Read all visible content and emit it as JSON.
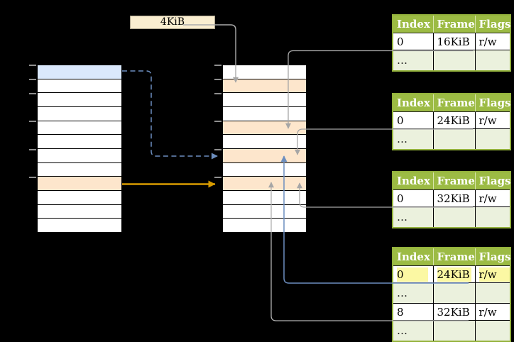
{
  "colors": {
    "tbl-header": "#9cbb44",
    "tbl-border": "#94b23c",
    "tbl-alt": "#ebf1dd",
    "row-orange": "#fde6cc",
    "row-blue": "#dae8fc",
    "label-cream": "#faeed0",
    "hl-yellow": "#fbf8a3",
    "arrow-gray": "#a6a6a6",
    "arrow-blue": "#6c8ebf",
    "arrow-gold": "#d79b00"
  },
  "label_box": {
    "text": "4KiB"
  },
  "memory_columns": {
    "virtual": {
      "row_count": 12,
      "blue_rows": [
        0
      ],
      "orange_rows": [
        8
      ],
      "tick_rows": [
        0,
        1,
        2,
        4,
        6,
        8
      ]
    },
    "physical": {
      "row_count": 12,
      "blue_rows": [],
      "orange_rows": [
        1,
        4,
        6,
        8
      ],
      "tick_rows": [
        0,
        1,
        2,
        4,
        6,
        8
      ]
    }
  },
  "page_tables": [
    {
      "name": "page-table-1",
      "headers": [
        "Index",
        "Frame",
        "Flags"
      ],
      "rows": [
        {
          "cells": [
            "0",
            "16KiB",
            "r/w"
          ],
          "style": "value",
          "highlight": false
        },
        {
          "cells": [
            "…",
            "",
            ""
          ],
          "style": "dots",
          "highlight": false
        }
      ]
    },
    {
      "name": "page-table-2",
      "headers": [
        "Index",
        "Frame",
        "Flags"
      ],
      "rows": [
        {
          "cells": [
            "0",
            "24KiB",
            "r/w"
          ],
          "style": "value",
          "highlight": false
        },
        {
          "cells": [
            "…",
            "",
            ""
          ],
          "style": "dots",
          "highlight": false
        }
      ]
    },
    {
      "name": "page-table-3",
      "headers": [
        "Index",
        "Frame",
        "Flags"
      ],
      "rows": [
        {
          "cells": [
            "0",
            "32KiB",
            "r/w"
          ],
          "style": "value",
          "highlight": false
        },
        {
          "cells": [
            "…",
            "",
            ""
          ],
          "style": "dots",
          "highlight": false
        }
      ]
    },
    {
      "name": "page-table-4",
      "headers": [
        "Index",
        "Frame",
        "Flags"
      ],
      "rows": [
        {
          "cells": [
            "0",
            "24KiB",
            "r/w"
          ],
          "style": "value",
          "highlight": true
        },
        {
          "cells": [
            "…",
            "",
            ""
          ],
          "style": "dots",
          "highlight": false
        },
        {
          "cells": [
            "8",
            "32KiB",
            "r/w"
          ],
          "style": "value",
          "highlight": false
        },
        {
          "cells": [
            "…",
            "",
            ""
          ],
          "style": "dots",
          "highlight": false
        }
      ]
    }
  ]
}
